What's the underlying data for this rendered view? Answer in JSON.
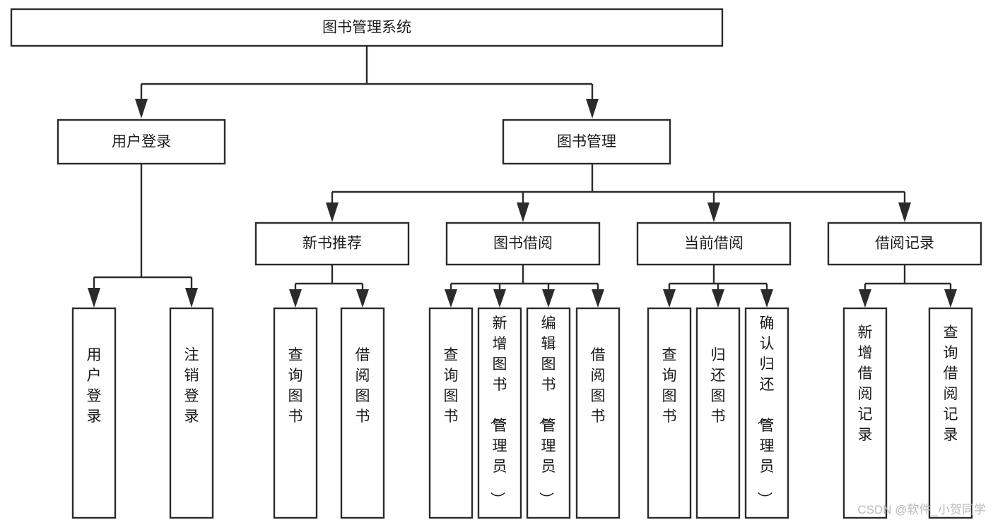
{
  "diagram": {
    "title": "图书管理系统",
    "type": "tree-hierarchy-chart",
    "root": {
      "id": "root",
      "label": "图书管理系统",
      "level": 0
    },
    "level1": [
      {
        "id": "user-login",
        "label": "用户登录"
      },
      {
        "id": "book-management",
        "label": "图书管理"
      }
    ],
    "level2": [
      {
        "id": "new-book-recommend",
        "label": "新书推荐",
        "parent": "book-management"
      },
      {
        "id": "book-borrow",
        "label": "图书借阅",
        "parent": "book-management"
      },
      {
        "id": "current-borrow",
        "label": "当前借阅",
        "parent": "book-management"
      },
      {
        "id": "borrow-record",
        "label": "借阅记录",
        "parent": "book-management"
      }
    ],
    "leaves": [
      {
        "id": "leaf-user-login",
        "label": "用户登录",
        "parent": "user-login"
      },
      {
        "id": "leaf-user-logout",
        "label": "注销登录",
        "parent": "user-login"
      },
      {
        "id": "leaf-query-book-1",
        "label": "查询图书",
        "parent": "new-book-recommend"
      },
      {
        "id": "leaf-borrow-book-1",
        "label": "借阅图书",
        "parent": "new-book-recommend"
      },
      {
        "id": "leaf-query-book-2",
        "label": "查询图书",
        "parent": "book-borrow"
      },
      {
        "id": "leaf-add-book",
        "label": "新增图书（管理员）",
        "parent": "book-borrow"
      },
      {
        "id": "leaf-edit-book",
        "label": "编辑图书（管理员）",
        "parent": "book-borrow"
      },
      {
        "id": "leaf-borrow-book-2",
        "label": "借阅图书",
        "parent": "book-borrow"
      },
      {
        "id": "leaf-query-book-3",
        "label": "查询图书",
        "parent": "current-borrow"
      },
      {
        "id": "leaf-return-book",
        "label": "归还图书",
        "parent": "current-borrow"
      },
      {
        "id": "leaf-confirm-return",
        "label": "确认归还（管理员）",
        "parent": "current-borrow"
      },
      {
        "id": "leaf-add-record",
        "label": "新增借阅记录",
        "parent": "borrow-record"
      },
      {
        "id": "leaf-query-record",
        "label": "查询借阅记录",
        "parent": "borrow-record"
      }
    ],
    "colors": {
      "box_stroke": "#2b2b2b",
      "box_fill": "#ffffff",
      "text": "#1a1a1a",
      "connector": "#2b2b2b",
      "background": "#ffffff",
      "watermark": "#b9b9b9"
    }
  },
  "watermark": {
    "text": "CSDN @软件_小贺同学"
  }
}
